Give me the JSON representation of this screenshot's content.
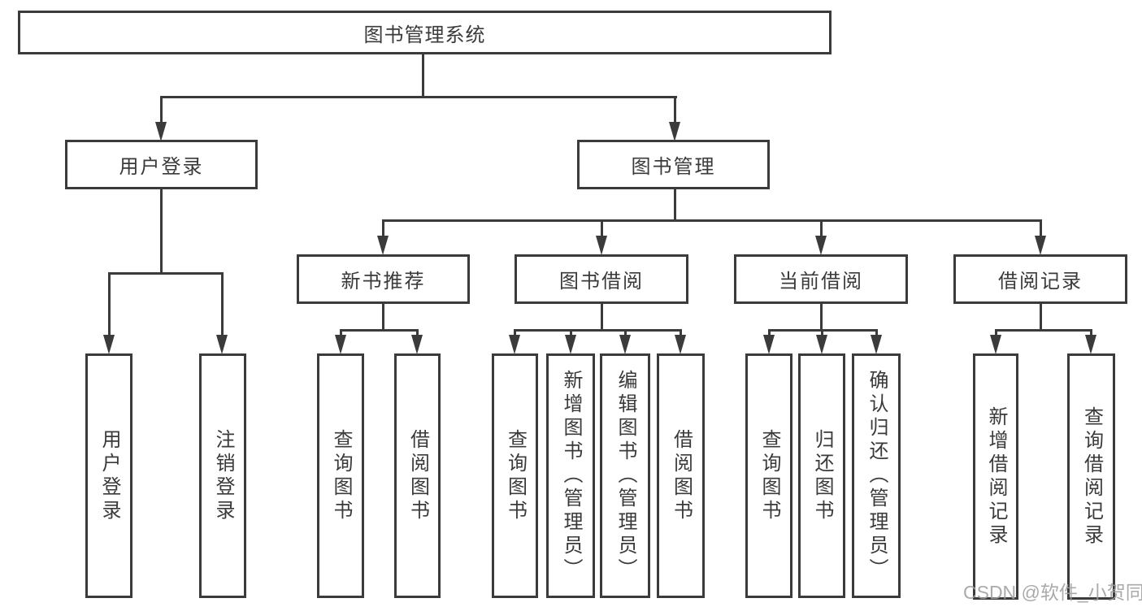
{
  "tree": {
    "label": "图书管理系统",
    "children": [
      {
        "label": "用户登录",
        "children": [
          {
            "label": "用户登录"
          },
          {
            "label": "注销登录"
          }
        ]
      },
      {
        "label": "图书管理",
        "children": [
          {
            "label": "新书推荐",
            "children": [
              {
                "label": "查询图书"
              },
              {
                "label": "借阅图书"
              }
            ]
          },
          {
            "label": "图书借阅",
            "children": [
              {
                "label": "查询图书"
              },
              {
                "label": "新增图书（管理员）"
              },
              {
                "label": "编辑图书（管理员）"
              },
              {
                "label": "借阅图书"
              }
            ]
          },
          {
            "label": "当前借阅",
            "children": [
              {
                "label": "查询图书"
              },
              {
                "label": "归还图书"
              },
              {
                "label": "确认归还（管理员）"
              }
            ]
          },
          {
            "label": "借阅记录",
            "children": [
              {
                "label": "新增借阅记录"
              },
              {
                "label": "查询借阅记录"
              }
            ]
          }
        ]
      }
    ]
  },
  "watermark": {
    "text": "CSDN @软件_小贺同学"
  },
  "colors": {
    "line": "#3b3b3b",
    "text": "#3a3a3a",
    "background": "#ffffff",
    "watermark": "#9e9e9e"
  }
}
